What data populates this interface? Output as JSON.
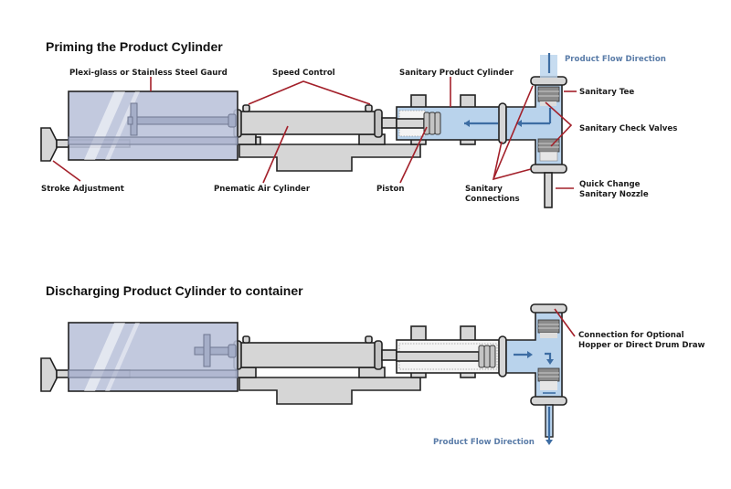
{
  "diagram": {
    "sections": [
      {
        "title": "Priming the Product Cylinder",
        "labels": {
          "guard": "Plexi-glass or Stainless Steel Gaurd",
          "speed_control": "Speed Control",
          "sanitary_product_cylinder": "Sanitary Product Cylinder",
          "product_flow_direction": "Product Flow Direction",
          "sanitary_tee": "Sanitary Tee",
          "sanitary_check_valves": "Sanitary Check Valves",
          "stroke_adjustment": "Stroke Adjustment",
          "pneumatic_air_cylinder": "Pnematic Air Cylinder",
          "piston": "Piston",
          "sanitary_connections_line1": "Sanitary",
          "sanitary_connections_line2": "Connections",
          "nozzle_line1": "Quick Change",
          "nozzle_line2": "Sanitary Nozzle"
        },
        "flow": "intake"
      },
      {
        "title": "Discharging Product Cylinder to container",
        "labels": {
          "connection_line1": "Connection for Optional",
          "connection_line2": "Hopper or Direct Drum Draw",
          "product_flow_direction": "Product Flow Direction"
        },
        "flow": "discharge"
      }
    ],
    "colors": {
      "leader_lines": "#a3202a",
      "product_fluid": "#b9d3ec",
      "flow_arrows": "#3d6da3",
      "flow_text": "#5a7ca8",
      "guard": "#b9c2d9",
      "machine_body": "#d6d6d6"
    }
  }
}
